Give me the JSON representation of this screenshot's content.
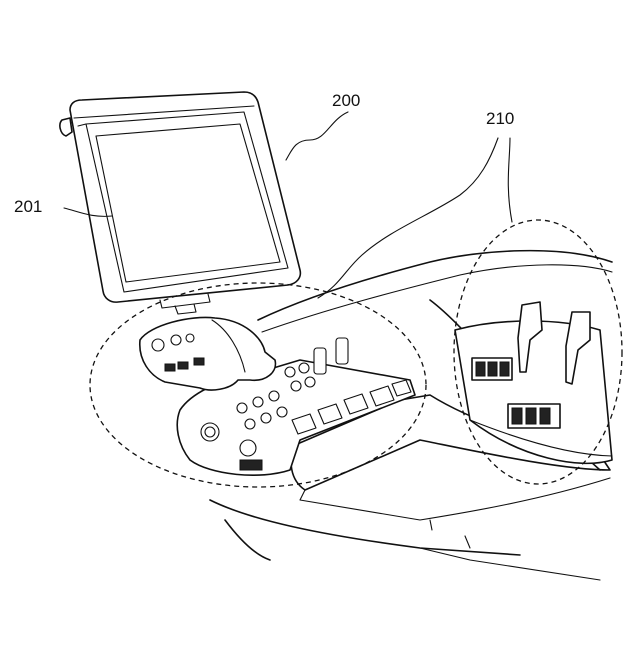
{
  "figure": {
    "labels": {
      "monitor": "200",
      "screen": "201",
      "operation_panels": "210"
    },
    "line_color": "#111111",
    "background": "#ffffff"
  }
}
